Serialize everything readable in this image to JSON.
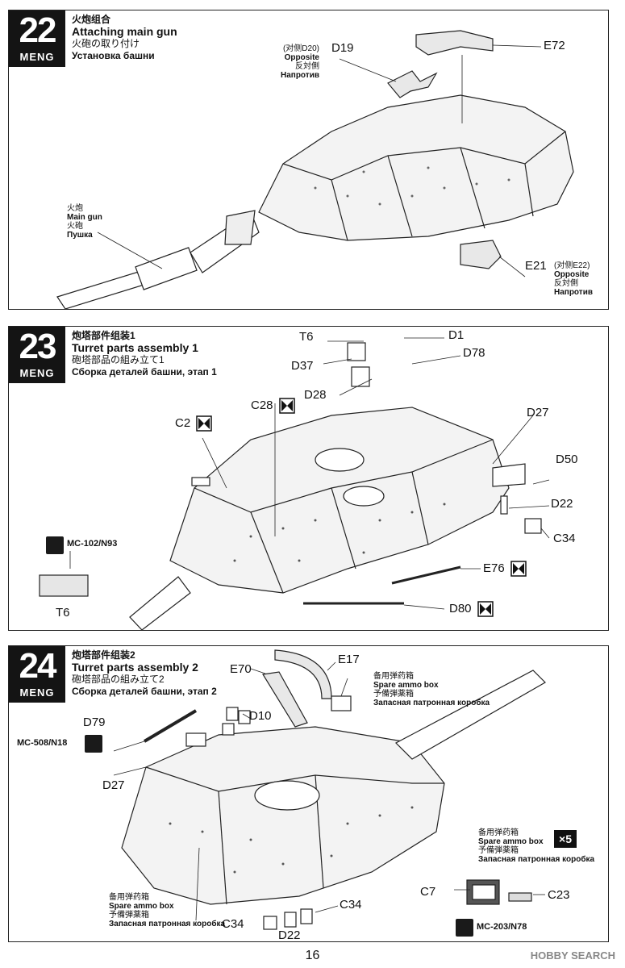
{
  "page": {
    "number": "16",
    "watermark": "HOBBY SEARCH",
    "brand": "MENG"
  },
  "steps": [
    {
      "number": "22",
      "title_cn": "火炮组合",
      "title_en": "Attaching main gun",
      "title_ja": "火砲の取り付け",
      "title_ru": "Установка башни",
      "labels": {
        "d19": "D19",
        "d19_note_cn": "(对侧D20)",
        "d19_note_en": "Opposite",
        "d19_note_ja": "反対側",
        "d19_note_ru": "Напротив",
        "e72": "E72",
        "e21": "E21",
        "e21_note_cn": "(对侧E22)",
        "e21_note_en": "Opposite",
        "e21_note_ja": "反対側",
        "e21_note_ru": "Напротив",
        "gun_cn": "火炮",
        "gun_en": "Main gun",
        "gun_ja": "火砲",
        "gun_ru": "Пушка"
      }
    },
    {
      "number": "23",
      "title_cn": "炮塔部件组装1",
      "title_en": "Turret parts assembly 1",
      "title_ja": "砲塔部品の組み立て1",
      "title_ru": "Сборка деталей башни, этап 1",
      "labels": {
        "t6": "T6",
        "d1": "D1",
        "d37": "D37",
        "d78": "D78",
        "d28": "D28",
        "c28": "C28",
        "c2": "C2",
        "d27": "D27",
        "d50": "D50",
        "d22": "D22",
        "c34": "C34",
        "e76": "E76",
        "d80": "D80",
        "paint": "MC-102/N93",
        "t6b": "T6"
      }
    },
    {
      "number": "24",
      "title_cn": "炮塔部件组装2",
      "title_en": "Turret parts assembly 2",
      "title_ja": "砲塔部品の組み立て2",
      "title_ru": "Сборка деталей башни, этап 2",
      "labels": {
        "e70": "E70",
        "e17": "E17",
        "d10": "D10",
        "d79": "D79",
        "d27": "D27",
        "paint1": "MC-508/N18",
        "ammo_cn": "备用弹药箱",
        "ammo_en": "Spare ammo box",
        "ammo_ja": "予備弾薬箱",
        "ammo_ru": "Запасная патронная коробка",
        "c34a": "C34",
        "c34b": "C34",
        "d22": "D22",
        "ammo2_cn": "备用弹药箱",
        "ammo2_en": "Spare ammo box",
        "ammo2_ja": "予備弾薬箱",
        "ammo2_ru": "Запасная патронная коробка",
        "ammo3_cn": "备用弹药箱",
        "ammo3_en": "Spare ammo box",
        "ammo3_ja": "予備弾薬箱",
        "ammo3_ru": "Запасная патронная коробка",
        "x5": "×5",
        "c7": "C7",
        "c23": "C23",
        "paint2": "MC-203/N78"
      }
    }
  ]
}
